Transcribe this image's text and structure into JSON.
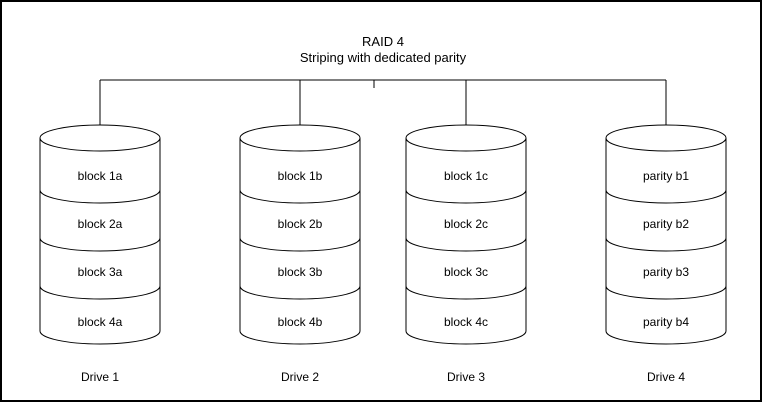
{
  "title": "RAID 4",
  "subtitle": "Striping with dedicated parity",
  "drives": [
    {
      "name": "Drive 1",
      "blocks": [
        "block 1a",
        "block 2a",
        "block 3a",
        "block 4a"
      ]
    },
    {
      "name": "Drive 2",
      "blocks": [
        "block 1b",
        "block 2b",
        "block 3b",
        "block 4b"
      ]
    },
    {
      "name": "Drive 3",
      "blocks": [
        "block 1c",
        "block 2c",
        "block 3c",
        "block 4c"
      ]
    },
    {
      "name": "Drive 4",
      "blocks": [
        "parity b1",
        "parity b2",
        "parity b3",
        "parity b4"
      ]
    }
  ],
  "colors": {
    "stroke": "#000000",
    "background": "#ffffff"
  }
}
